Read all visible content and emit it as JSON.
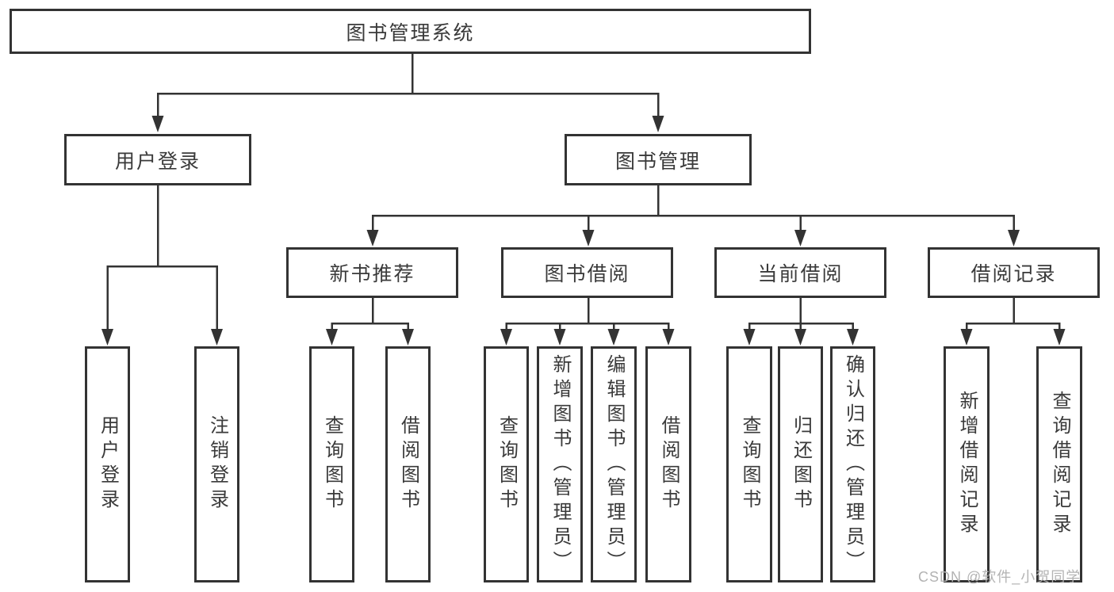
{
  "diagram": {
    "title": "图书管理系统",
    "colors": {
      "line": "#333333",
      "text": "#3a3a3a",
      "background": "#ffffff",
      "watermark": "#b3b3b3"
    },
    "nodes": {
      "root": {
        "label": "图书管理系统"
      },
      "level2": [
        {
          "label": "用户登录"
        },
        {
          "label": "图书管理"
        }
      ],
      "level3": [
        {
          "label": "新书推荐"
        },
        {
          "label": "图书借阅"
        },
        {
          "label": "当前借阅"
        },
        {
          "label": "借阅记录"
        }
      ],
      "leaves": [
        {
          "label": "用户登录"
        },
        {
          "label": "注销登录"
        },
        {
          "label": "查询图书"
        },
        {
          "label": "借阅图书"
        },
        {
          "label": "查询图书"
        },
        {
          "label": "新增图书（管理员）"
        },
        {
          "label": "编辑图书（管理员）"
        },
        {
          "label": "借阅图书"
        },
        {
          "label": "查询图书"
        },
        {
          "label": "归还图书"
        },
        {
          "label": "确认归还（管理员）"
        },
        {
          "label": "新增借阅记录"
        },
        {
          "label": "查询借阅记录"
        }
      ]
    },
    "hierarchy": {
      "图书管理系统": [
        "用户登录",
        "图书管理"
      ],
      "用户登录": [
        "用户登录",
        "注销登录"
      ],
      "图书管理": [
        "新书推荐",
        "图书借阅",
        "当前借阅",
        "借阅记录"
      ],
      "新书推荐": [
        "查询图书",
        "借阅图书"
      ],
      "图书借阅": [
        "查询图书",
        "新增图书（管理员）",
        "编辑图书（管理员）",
        "借阅图书"
      ],
      "当前借阅": [
        "查询图书",
        "归还图书",
        "确认归还（管理员）"
      ],
      "借阅记录": [
        "新增借阅记录",
        "查询借阅记录"
      ]
    },
    "watermark": "CSDN @软件_小贺同学"
  }
}
